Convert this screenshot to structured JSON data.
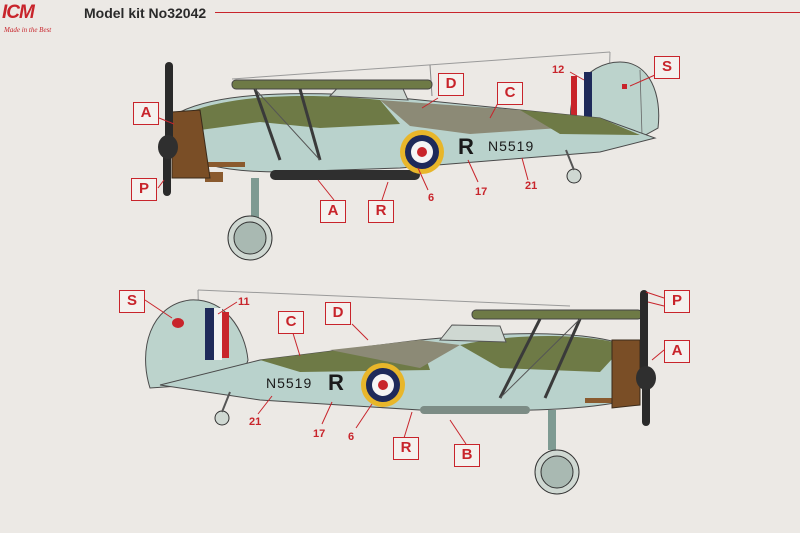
{
  "brand": {
    "logo": "ICM",
    "tagline": "Made in the Best"
  },
  "header": {
    "title": "Model kit No32042"
  },
  "top_profile": {
    "serial": "N5519",
    "code_letter": "R",
    "letter_callouts": {
      "a": "A",
      "p": "P",
      "a2": "A",
      "r": "R",
      "d": "D",
      "c": "C",
      "s": "S"
    },
    "numbers": {
      "n12": "12",
      "n6": "6",
      "n17": "17",
      "n21": "21"
    }
  },
  "bottom_profile": {
    "serial": "N5519",
    "code_letter": "R",
    "letter_callouts": {
      "s": "S",
      "c": "C",
      "d": "D",
      "p": "P",
      "a": "A",
      "r": "R",
      "b": "B"
    },
    "numbers": {
      "n11": "11",
      "n21": "21",
      "n17": "17",
      "n6": "6"
    }
  },
  "colors": {
    "accent_red": "#c8242b",
    "sky_blue": "#b9d2cc",
    "dark_green": "#6e7a46",
    "dark_earth": "#8c8a76",
    "roundel_blue": "#1e2a5a",
    "roundel_yellow": "#e8b62a"
  }
}
